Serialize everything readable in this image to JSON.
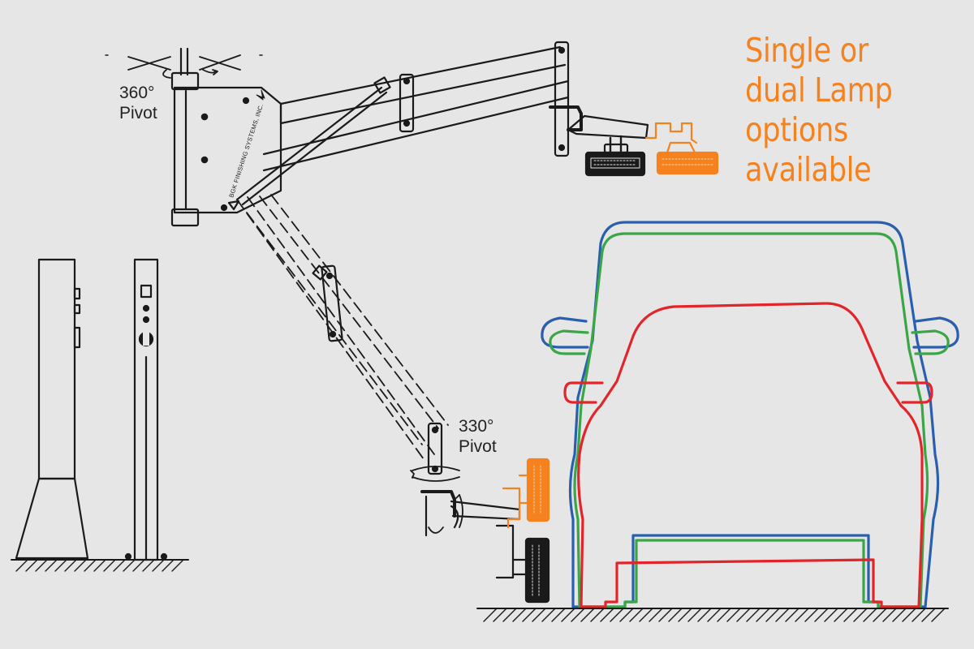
{
  "callout": {
    "lines": [
      "Single or",
      "dual Lamp",
      "options",
      "available"
    ],
    "color": "#f5821f"
  },
  "pivots": {
    "top": {
      "angle": "360°",
      "word": "Pivot"
    },
    "bottom": {
      "angle": "330°",
      "word": "Pivot"
    }
  },
  "brand_mark": "BGK FINISHING SYSTEMS, INC.",
  "colors": {
    "background": "#e6e6e6",
    "line": "#1a1a1a",
    "lamp_alt": "#f5821f",
    "vehicle_large": "#2a5fae",
    "vehicle_medium": "#3aa647",
    "vehicle_small": "#e2252b"
  }
}
